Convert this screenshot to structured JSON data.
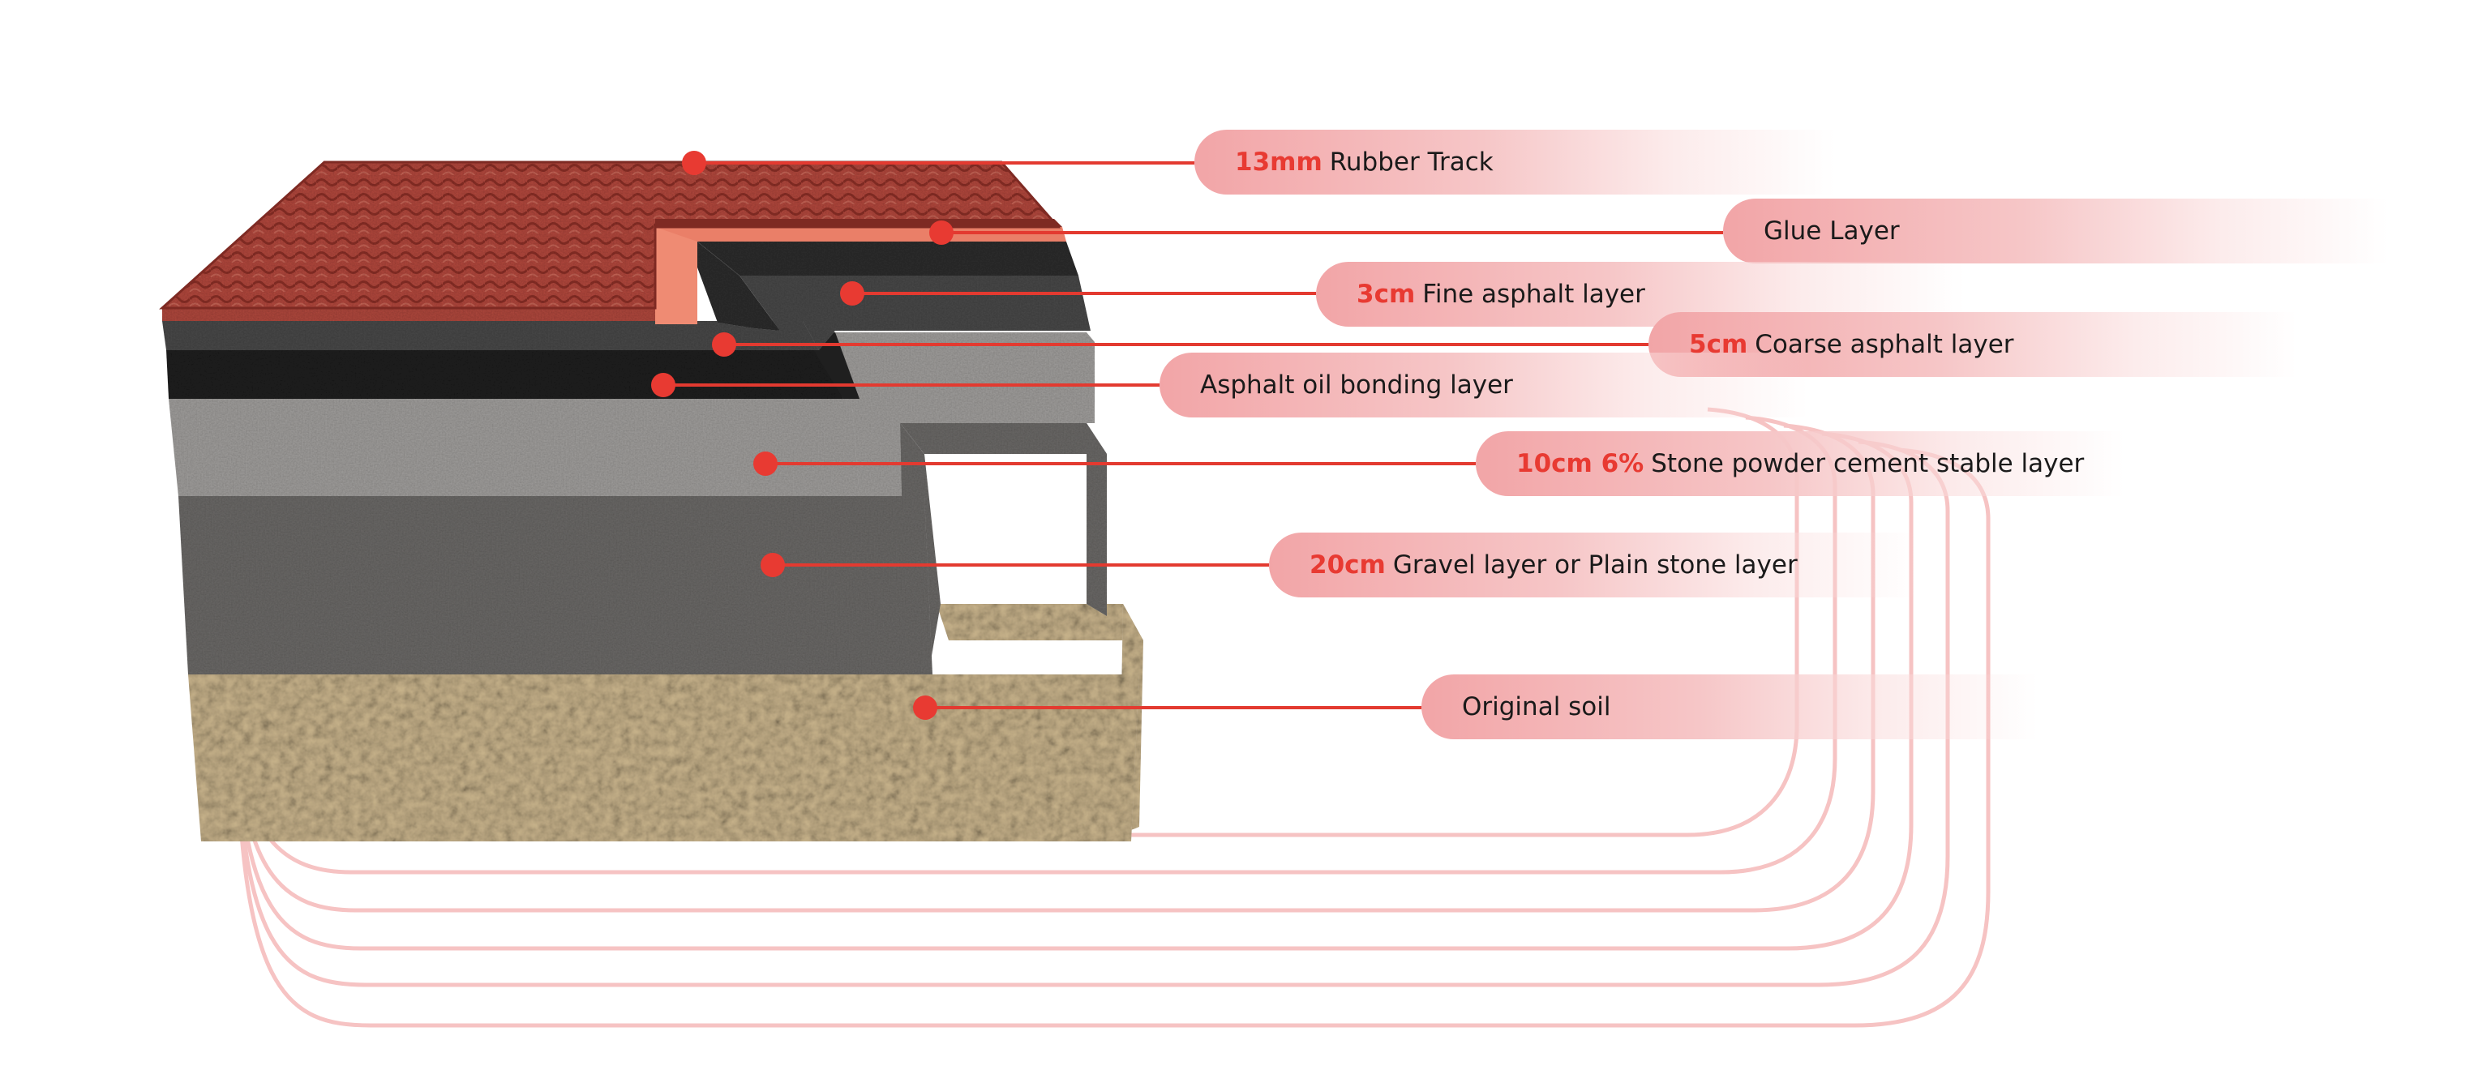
{
  "colors": {
    "accent": "#e83a32",
    "leader": "#e33a30",
    "label_fill": "#f2a5a7",
    "track_lines": "#f6c3c3",
    "rubber": "#b2493e",
    "glue": "#ea7f68",
    "fine_asphalt": "#2e2e2e",
    "coarse_asphalt": "#4a4a4a",
    "bonding": "#1f1f1f",
    "stone_powder": "#a3a19f",
    "gravel": "#6d6b69",
    "soil": "#c9b48c"
  },
  "layers": [
    {
      "id": "rubber",
      "highlight": "13mm",
      "text": "Rubber Track"
    },
    {
      "id": "glue",
      "highlight": "",
      "text": "Glue Layer"
    },
    {
      "id": "fine",
      "highlight": "3cm",
      "text": "Fine asphalt layer"
    },
    {
      "id": "coarse",
      "highlight": "5cm",
      "text": "Coarse asphalt layer"
    },
    {
      "id": "bond",
      "highlight": "",
      "text": "Asphalt oil bonding layer"
    },
    {
      "id": "stone",
      "highlight": "10cm 6%",
      "text": "Stone powder cement stable layer"
    },
    {
      "id": "gravel",
      "highlight": "20cm",
      "text": "Gravel layer or Plain stone layer"
    },
    {
      "id": "soil",
      "highlight": "",
      "text": "Original soil"
    }
  ]
}
